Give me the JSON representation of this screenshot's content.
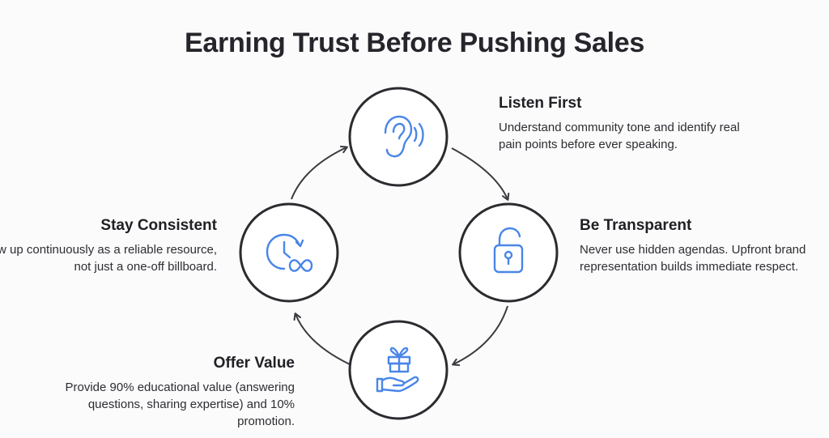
{
  "title": "Earning Trust Before Pushing Sales",
  "colors": {
    "icon": "#4a86e8",
    "circle_stroke": "#2b2b30",
    "arrow": "#3a3a3f"
  },
  "steps": [
    {
      "heading": "Listen First",
      "description": "Understand community tone and identify real pain points before ever speaking.",
      "icon": "ear-sound-icon"
    },
    {
      "heading": "Be Transparent",
      "description": "Never use hidden agendas. Upfront brand representation builds immediate respect.",
      "icon": "unlocked-padlock-icon"
    },
    {
      "heading": "Offer Value",
      "description": "Provide 90% educational value (answering questions, sharing expertise) and 10% promotion.",
      "icon": "gift-in-hand-icon"
    },
    {
      "heading": "Stay Consistent",
      "description": "Show up continuously as a reliable resource, not just a one-off billboard.",
      "icon": "clock-infinity-icon"
    }
  ]
}
